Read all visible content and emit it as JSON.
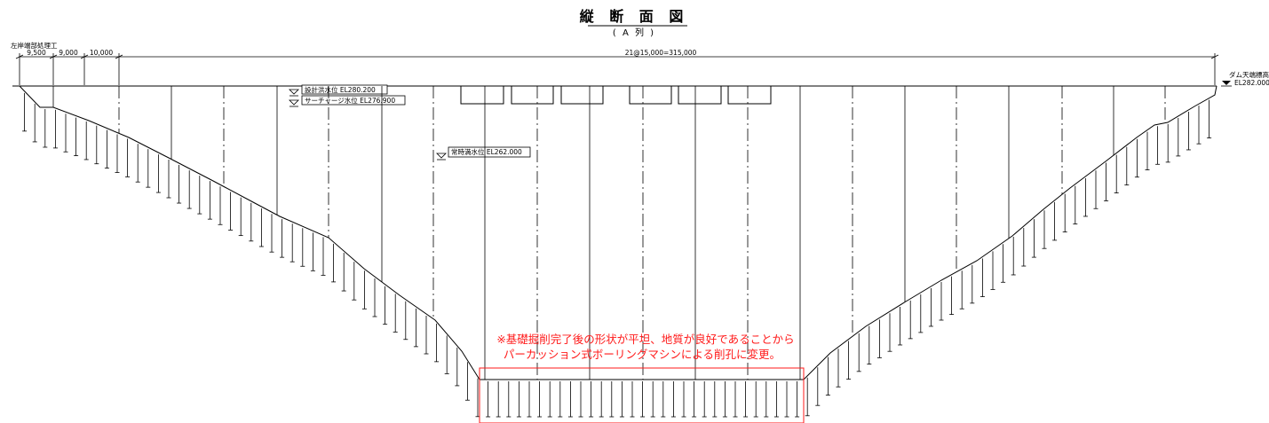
{
  "title": "縦 断 面 図",
  "subtitle": "( A 列 )",
  "left_label": "左岸端部処理工",
  "right_label": "ダム天端標高",
  "right_elevation": "EL282.000",
  "dimensions": {
    "d1": "9,500",
    "d2": "9,000",
    "d3": "10,000",
    "main": "21@15,000=315,000"
  },
  "water_levels": [
    {
      "label": "設計洪水位 EL280.200"
    },
    {
      "label": "サーチャージ水位 EL276.900"
    },
    {
      "label": "常時満水位 EL262.000"
    }
  ],
  "note": {
    "line1": "※基礎掘削完了後の形状が平坦、地質が良好であることから",
    "line2": "パーカッション式ボーリングマシンによる削孔に変更。"
  },
  "colors": {
    "line": "#000000",
    "note": "#ff1a1a"
  }
}
